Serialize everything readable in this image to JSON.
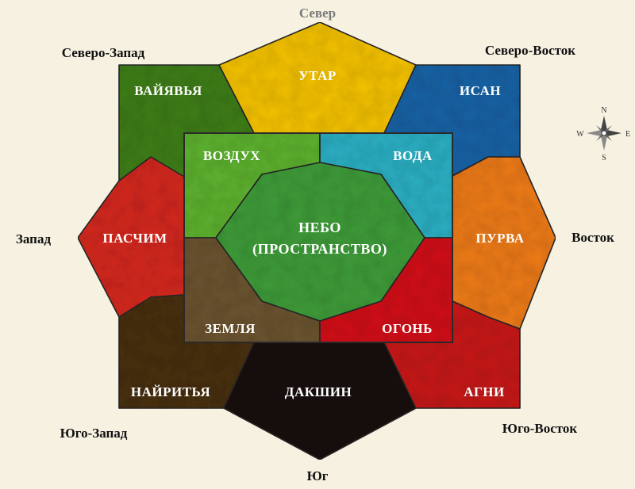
{
  "directions": {
    "north": "Север",
    "north_west": "Северо-Запад",
    "north_east": "Северо-Восток",
    "west": "Запад",
    "east": "Восток",
    "south_west": "Юго-Запад",
    "south_east": "Юго-Восток",
    "south": "Юг"
  },
  "outer_zones": {
    "utar": "УТАР",
    "vaiyavya": "ВАЙЯВЬЯ",
    "isan": "ИСАН",
    "paschim": "ПАСЧИМ",
    "purva": "ПУРВА",
    "nairitya": "НАЙРИТЬЯ",
    "dakshin": "ДАКШИН",
    "agni": "АГНИ"
  },
  "inner_zones": {
    "vozdukh": "ВОЗДУХ",
    "voda": "ВОДА",
    "zemlya": "ЗЕМЛЯ",
    "ogon": "ОГОНЬ",
    "center_line1": "НЕБО",
    "center_line2": "(ПРОСТРАНСТВО)"
  },
  "compass": {
    "n": "N",
    "s": "S",
    "e": "E",
    "w": "W"
  },
  "colors": {
    "background": "#f6f1e1",
    "utar": "#f4c20d",
    "vaiyavya": "#3f7f1f",
    "isan": "#1d63a6",
    "paschim": "#d42a24",
    "purva": "#ee7b1e",
    "nairitya": "#4a3116",
    "dakshin": "#1d1612",
    "agni": "#c71a1f",
    "vozdukh": "#5fb233",
    "voda": "#2fb0c4",
    "zemlya": "#6c5430",
    "ogon": "#d2181f",
    "center": "#3f9c3b"
  }
}
